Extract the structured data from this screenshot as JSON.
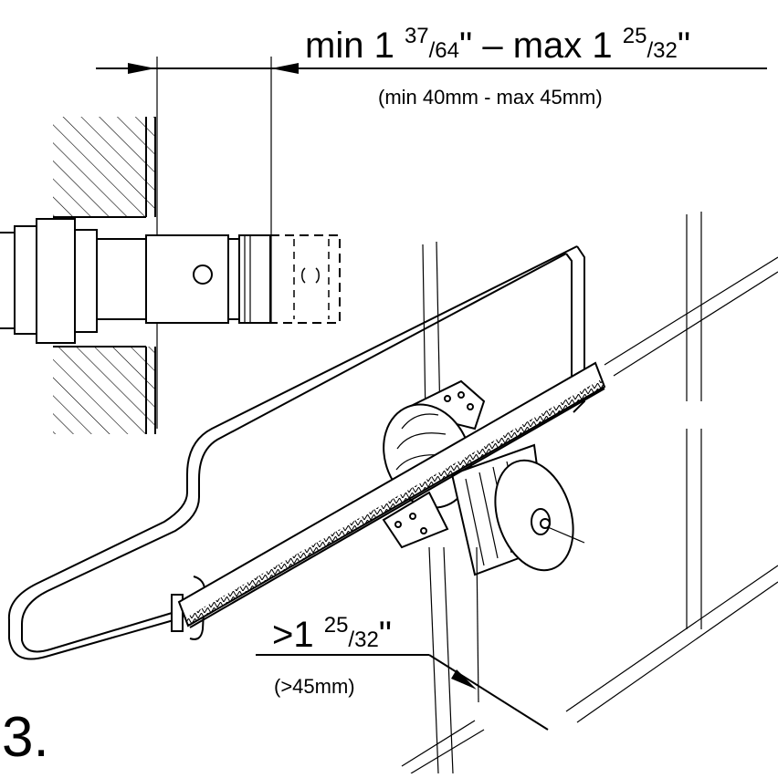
{
  "dim_top": {
    "prefix": "min 1 ",
    "a_num": "37",
    "a_den": "/64",
    "mid": "\" – max 1 ",
    "b_num": "25",
    "b_den": "/32",
    "suffix": "\""
  },
  "dim_top_metric": "(min 40mm - max 45mm)",
  "dim_bottom": {
    "prefix": ">1 ",
    "num": "25",
    "den": "/32",
    "suffix": "\""
  },
  "dim_bottom_metric": "(>45mm)",
  "step_number": "3."
}
